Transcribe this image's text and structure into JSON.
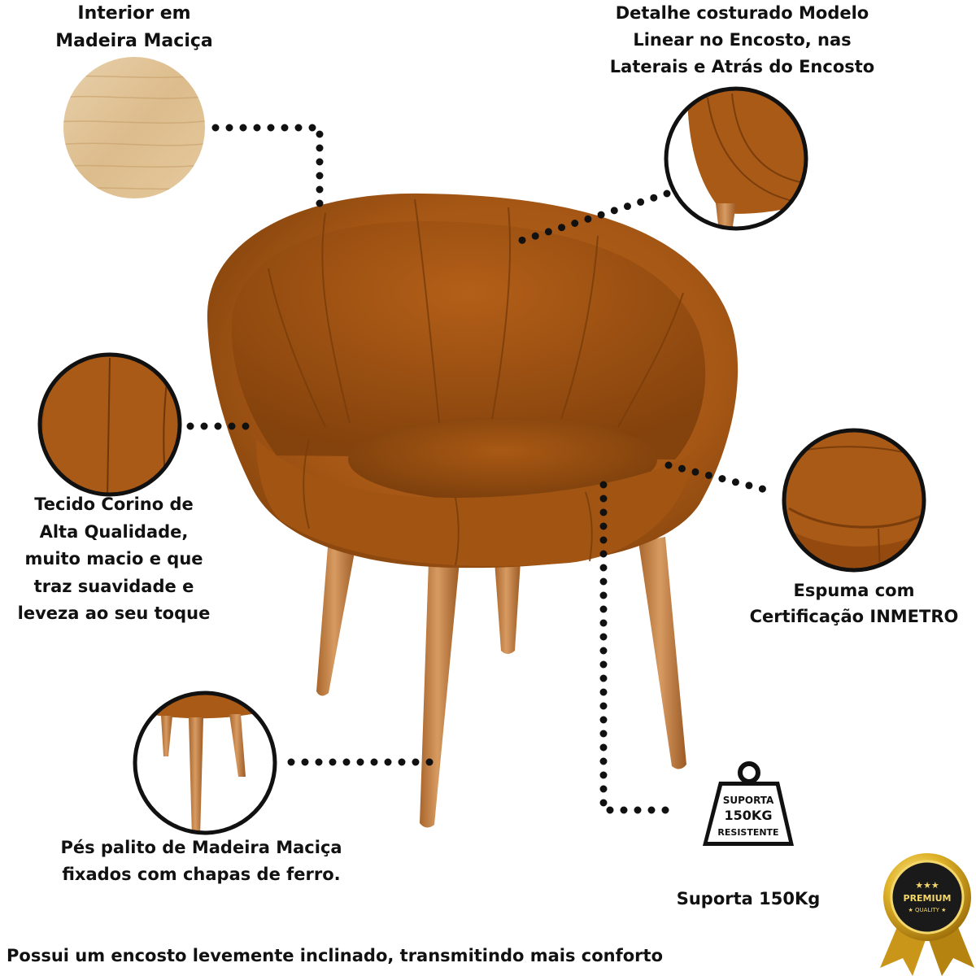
{
  "colors": {
    "upholstery": "#a85a16",
    "upholstery_dark": "#7c3f0c",
    "upholstery_light": "#c06e24",
    "wood": "#c27c3e",
    "wood_light": "#d9a06a",
    "oak_veneer": "#e4c9a0",
    "dots": "#111111",
    "badge_gold": "#d9a820",
    "text": "#111111"
  },
  "callouts": {
    "wood_interior": {
      "lines": [
        "Interior em",
        "Madeira Maciça"
      ],
      "icon": "wood-grain-swatch"
    },
    "stitching": {
      "lines": [
        "Detalhe costurado Modelo",
        "Linear no Encosto, nas",
        "Laterais e Atrás do Encosto"
      ],
      "icon": "stitching-detail-circle"
    },
    "fabric": {
      "lines": [
        "Tecido Corino de",
        "Alta Qualidade,",
        "muito macio e que",
        "traz suavidade e",
        "leveza ao seu toque"
      ],
      "icon": "fabric-detail-circle"
    },
    "foam": {
      "lines": [
        "Espuma com",
        "Certificação INMETRO"
      ],
      "icon": "foam-detail-circle"
    },
    "legs": {
      "lines": [
        "Pés palito de Madeira Maciça",
        "fixados com chapas de ferro."
      ],
      "icon": "legs-detail-circle"
    }
  },
  "weight_badge": {
    "line1": "SUPORTA",
    "line2": "150KG",
    "line3": "RESISTENTE",
    "caption": "Suporta 150Kg"
  },
  "premium_seal": {
    "stars": "★★★",
    "line1": "PREMIUM",
    "line2": "★ QUALITY ★"
  },
  "footer": {
    "text": "Possui um encosto levemente inclinado, transmitindo mais conforto"
  }
}
